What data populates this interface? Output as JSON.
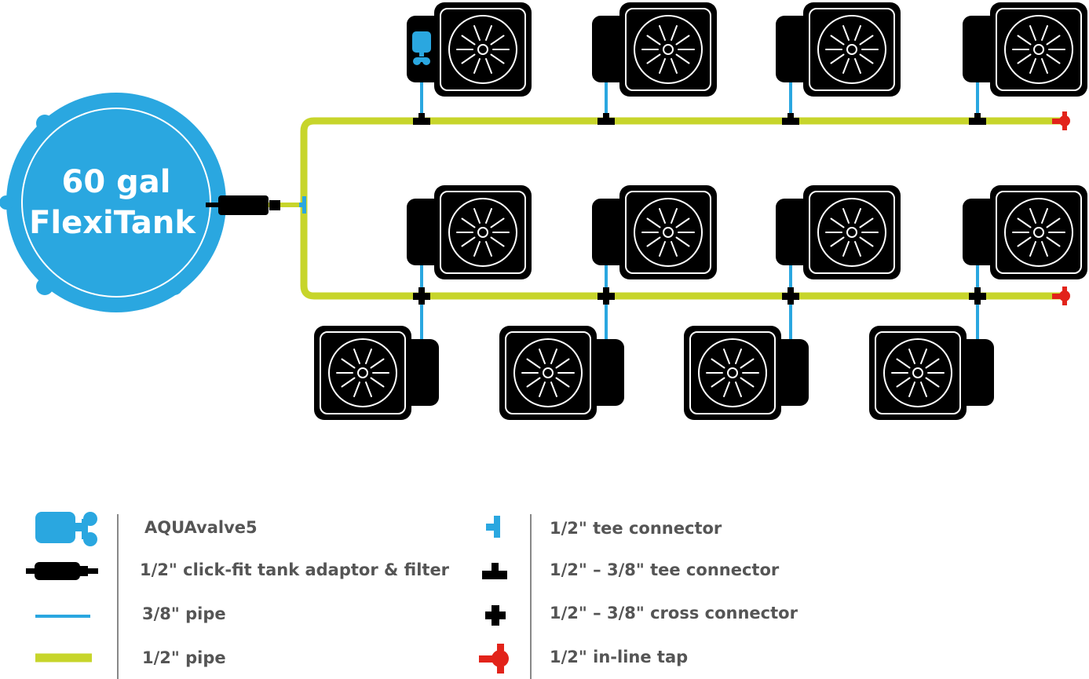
{
  "tank": {
    "line1": "60 gal",
    "line2": "FlexiTank"
  },
  "pots": {
    "top_row": 4,
    "middle_row": 4,
    "bottom_row": 4
  },
  "legend": {
    "left": [
      {
        "icon": "aquavalve-icon",
        "label": "AQUAvalve5"
      },
      {
        "icon": "tank-adaptor-filter-icon",
        "label": "1/2\" click-fit tank adaptor & filter"
      },
      {
        "icon": "pipe-3-8-icon",
        "label": "3/8\" pipe"
      },
      {
        "icon": "pipe-1-2-icon",
        "label": "1/2\" pipe"
      }
    ],
    "right": [
      {
        "icon": "tee-connector-icon",
        "label": "1/2\" tee connector"
      },
      {
        "icon": "tee-connector-reducing-icon",
        "label": "1/2\" – 3/8\" tee connector"
      },
      {
        "icon": "cross-connector-icon",
        "label": "1/2\" – 3/8\" cross connector"
      },
      {
        "icon": "inline-tap-icon",
        "label": "1/2\" in-line tap"
      }
    ]
  },
  "colors": {
    "tank_blue": "#2aa7e0",
    "pipe_half_inch": "#c7d52b",
    "pipe_three_eighths": "#2aa7e0",
    "pot_black": "#000000",
    "tap_red": "#e2231a",
    "legend_text": "#555555"
  }
}
